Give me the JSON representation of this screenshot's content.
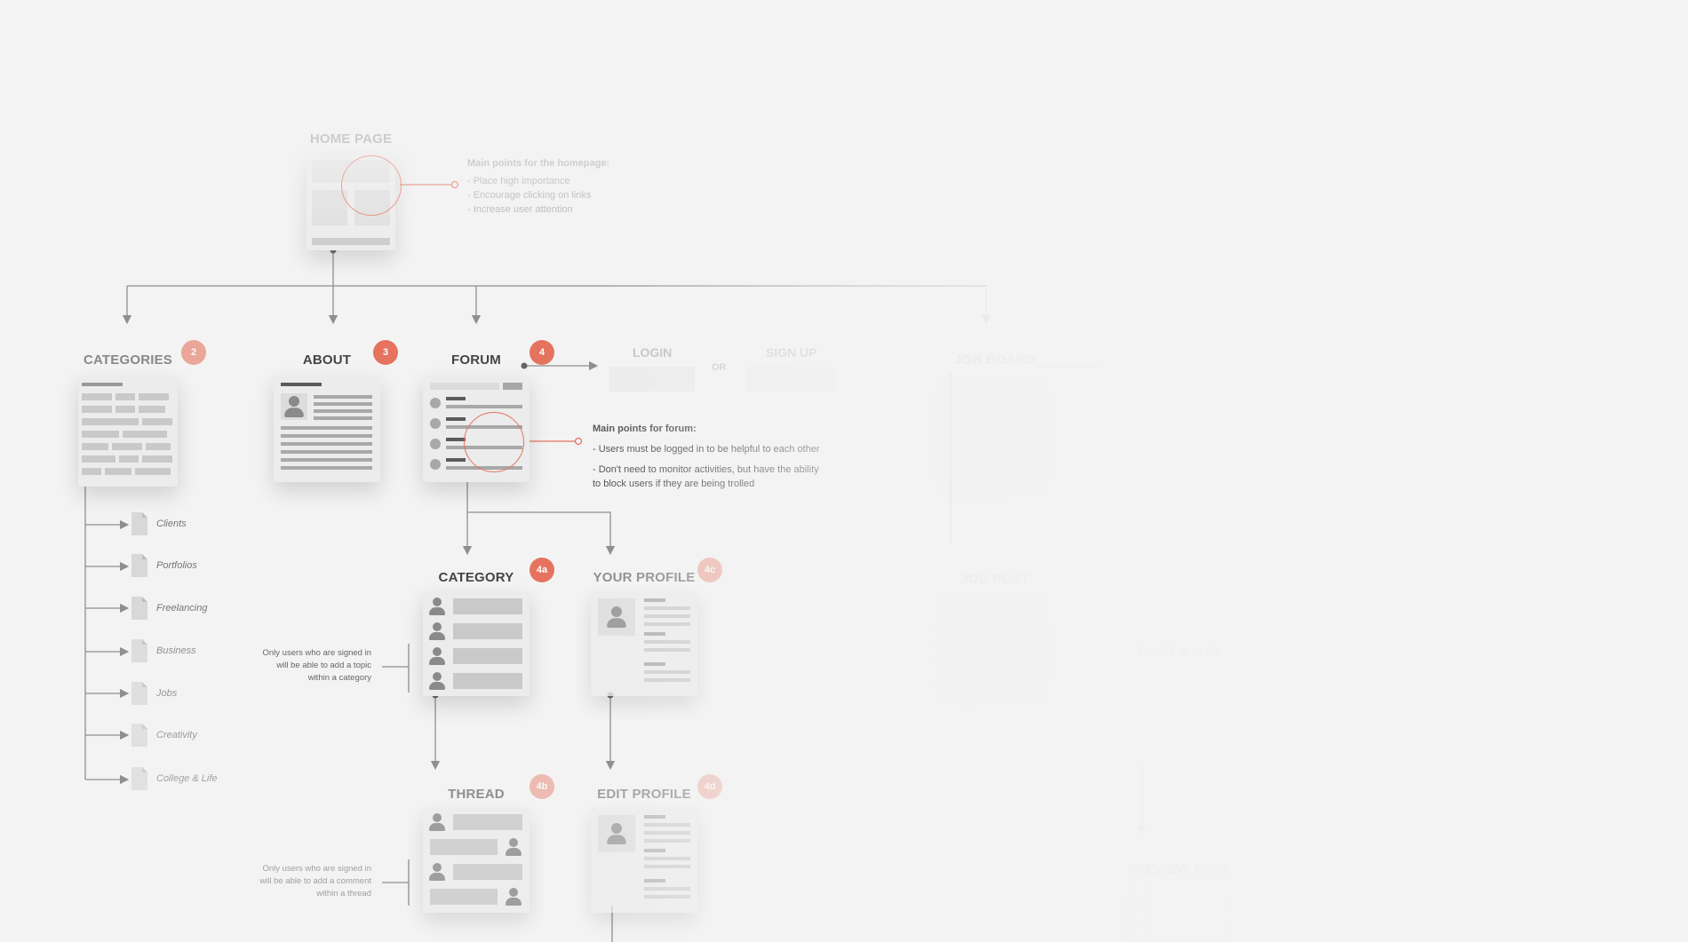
{
  "nodes": {
    "homepage": {
      "title": "HOME PAGE"
    },
    "categories": {
      "title": "CATEGORIES",
      "badge": "2"
    },
    "about": {
      "title": "ABOUT",
      "badge": "3"
    },
    "forum": {
      "title": "FORUM",
      "badge": "4"
    },
    "login": {
      "title": "LOGIN"
    },
    "or_label": "OR",
    "signup": {
      "title": "SIGN UP"
    },
    "job_board": {
      "title": "JOB BOARD"
    },
    "category": {
      "title": "CATEGORY",
      "badge": "4a"
    },
    "your_profile": {
      "title": "YOUR PROFILE",
      "badge": "4c"
    },
    "thread": {
      "title": "THREAD",
      "badge": "4b"
    },
    "edit_profile": {
      "title": "EDIT PROFILE",
      "badge": "4d"
    },
    "job_post": {
      "title": "JOB POST"
    },
    "post_a_job": {
      "title": "POST A JOB"
    },
    "preview_post": {
      "title": "PREVIEW POST"
    }
  },
  "home_notes": {
    "heading": "Main points for the homepage:",
    "points": [
      "- Place high importance",
      "- Encourage clicking on links",
      "- Increase user attention"
    ]
  },
  "forum_notes": {
    "heading": "Main points for forum:",
    "point1": "- Users must be logged in to be helpful to each other",
    "point2a": "- Don't need to monitor activities, but have the ability",
    "point2b": "to block users if they are being trolled"
  },
  "category_list": [
    "Clients",
    "Portfolios",
    "Freelancing",
    "Business",
    "Jobs",
    "Creativity",
    "College & Life"
  ],
  "side_notes": {
    "category_note": [
      "Only users who are signed in",
      "will be able to add a topic",
      "within a category"
    ],
    "thread_note": [
      "Only users who are signed in",
      "will be able to add a comment",
      "within a thread"
    ]
  },
  "colors": {
    "accent": "#e5735e",
    "line": "#8f8f8f",
    "box": "#ececec",
    "background": "#f3f3f3"
  }
}
